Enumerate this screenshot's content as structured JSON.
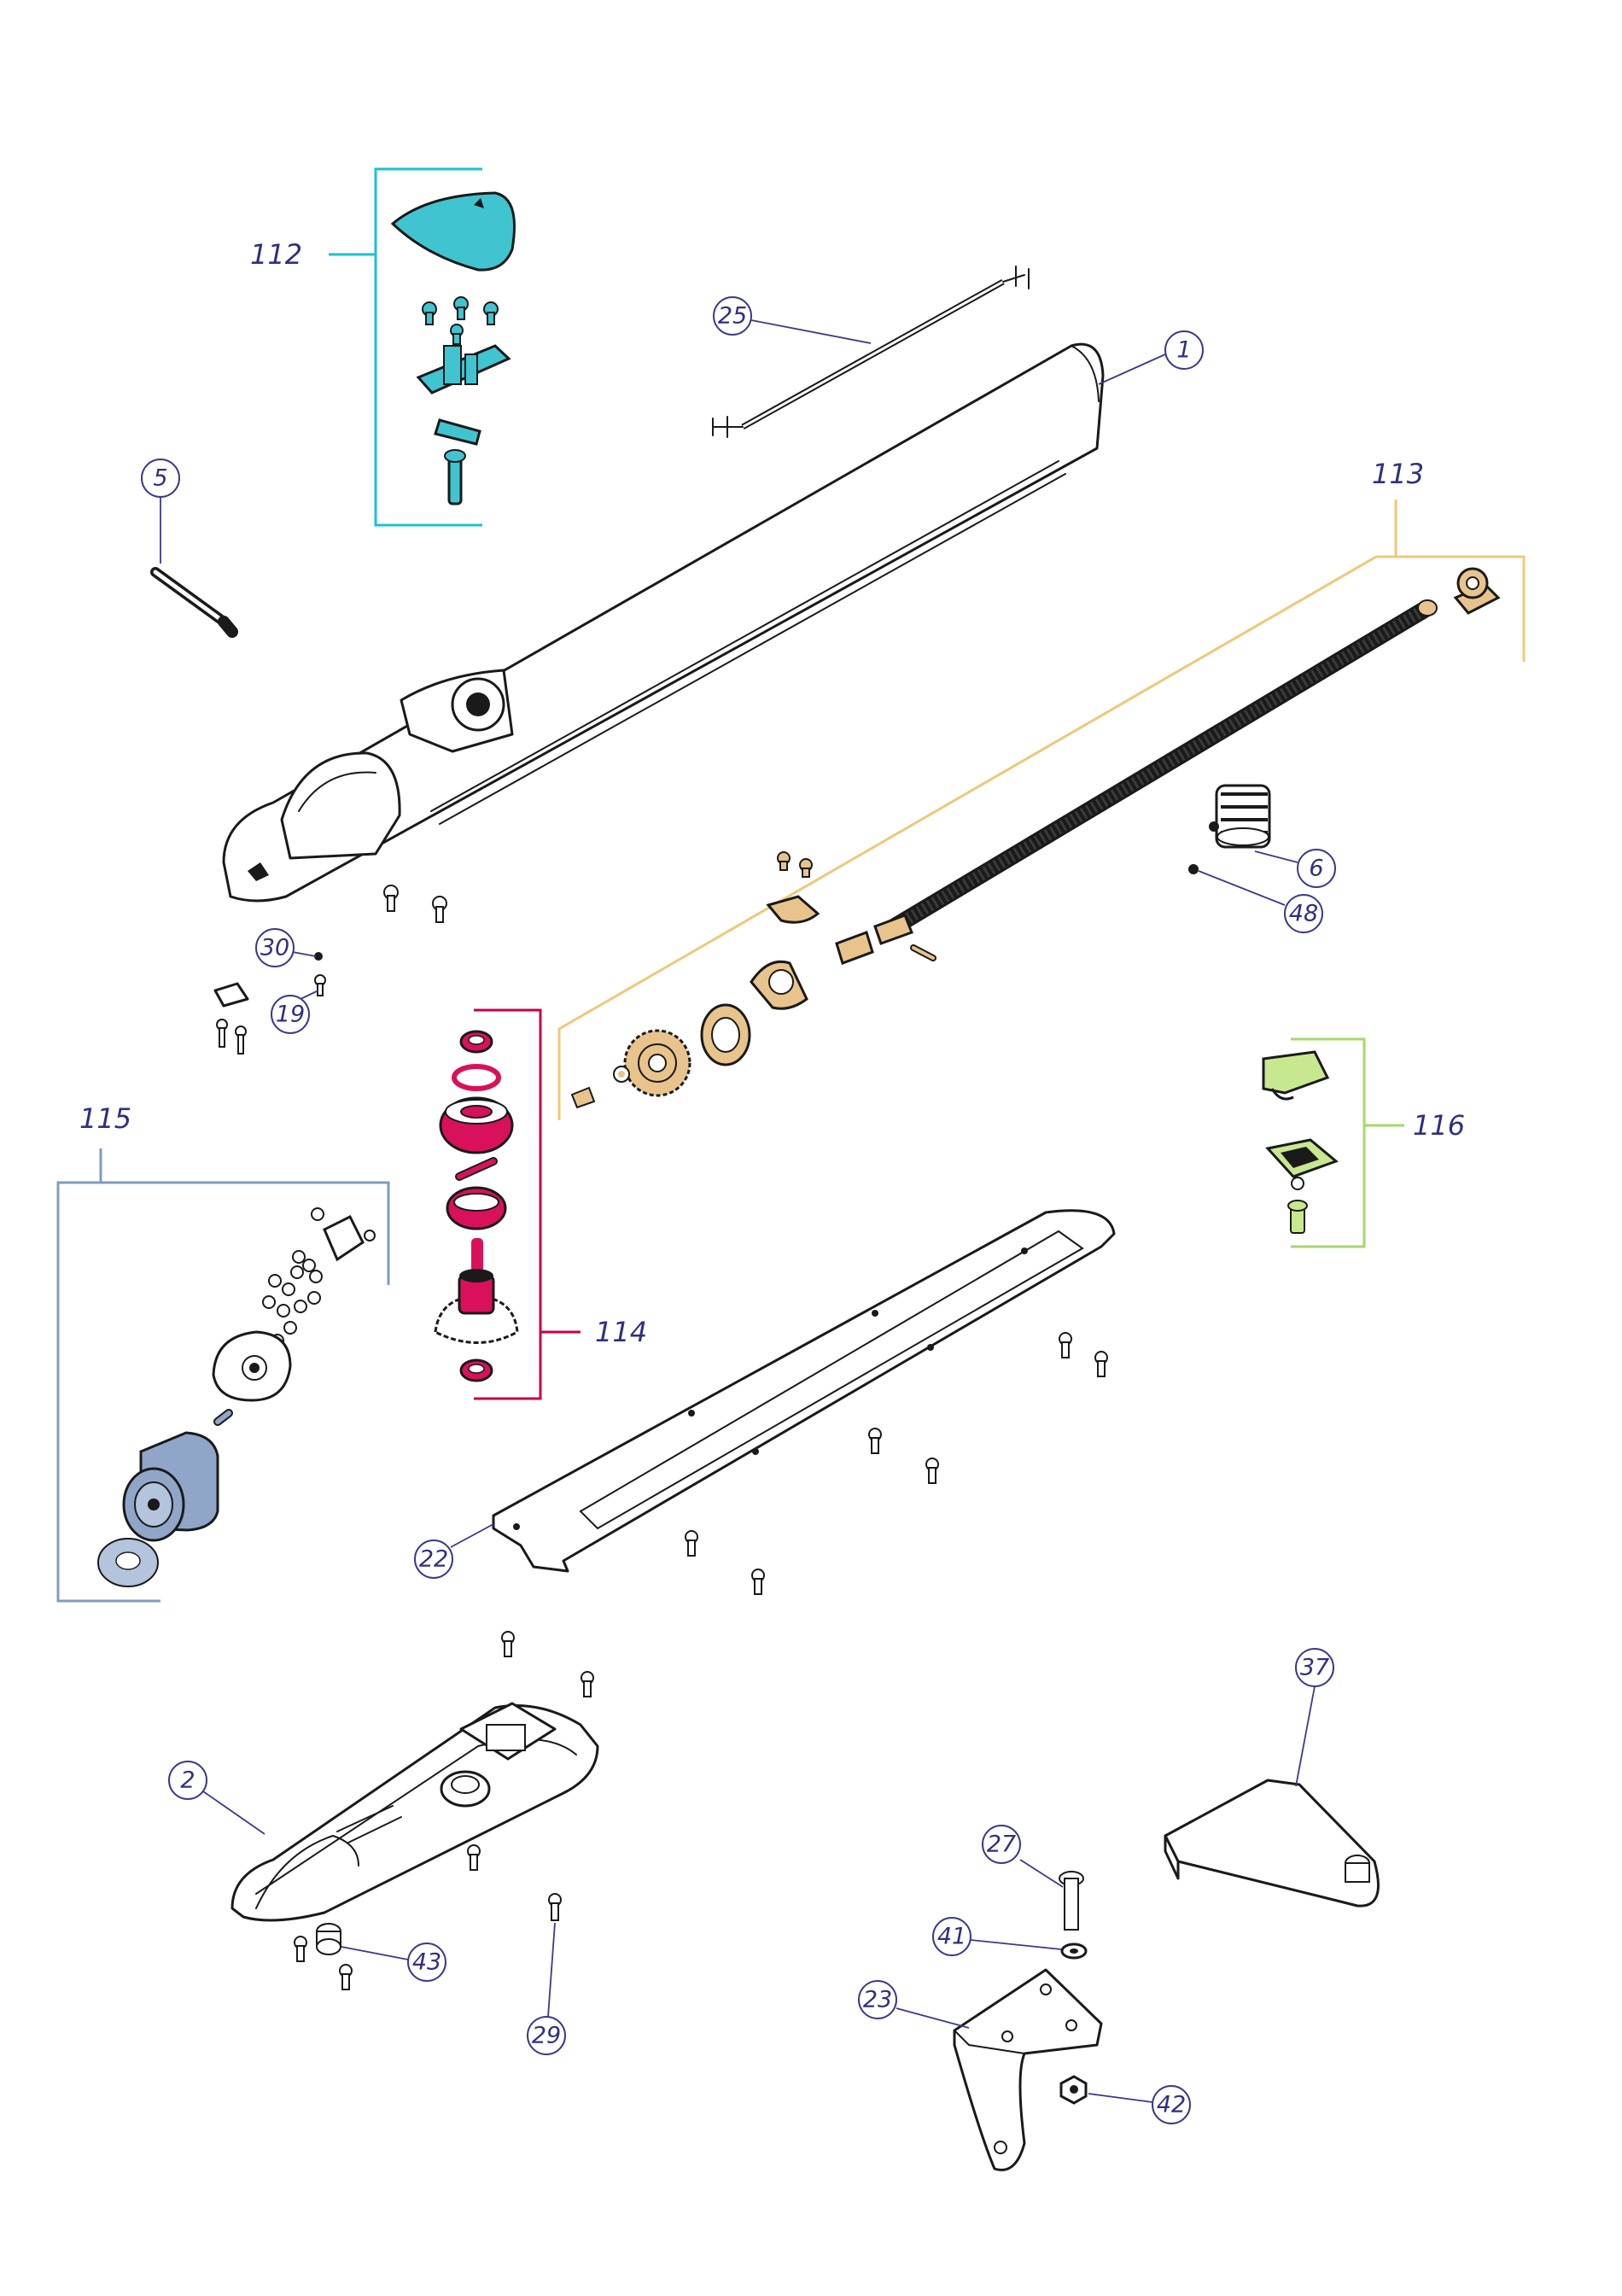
{
  "colors": {
    "callout": "#2f2f86",
    "group_112": "#1ebfd6",
    "group_113": "#f0c878",
    "group_114": "#c8004a",
    "group_115": "#7f9cc0",
    "group_116": "#a6d86a",
    "part_teal": "#40c4d0",
    "part_gold": "#e8c48c",
    "part_magenta": "#d9105a",
    "part_motor": "#8fa6c8",
    "part_green": "#c8e890"
  },
  "group_labels": {
    "g112": "112",
    "g113": "113",
    "g114": "114",
    "g115": "115",
    "g116": "116"
  },
  "callouts": {
    "c1": "1",
    "c2": "2",
    "c5": "5",
    "c6": "6",
    "c19": "19",
    "c22": "22",
    "c23": "23",
    "c25": "25",
    "c27": "27",
    "c29": "29",
    "c30": "30",
    "c37": "37",
    "c41": "41",
    "c42": "42",
    "c43": "43",
    "c48": "48"
  }
}
